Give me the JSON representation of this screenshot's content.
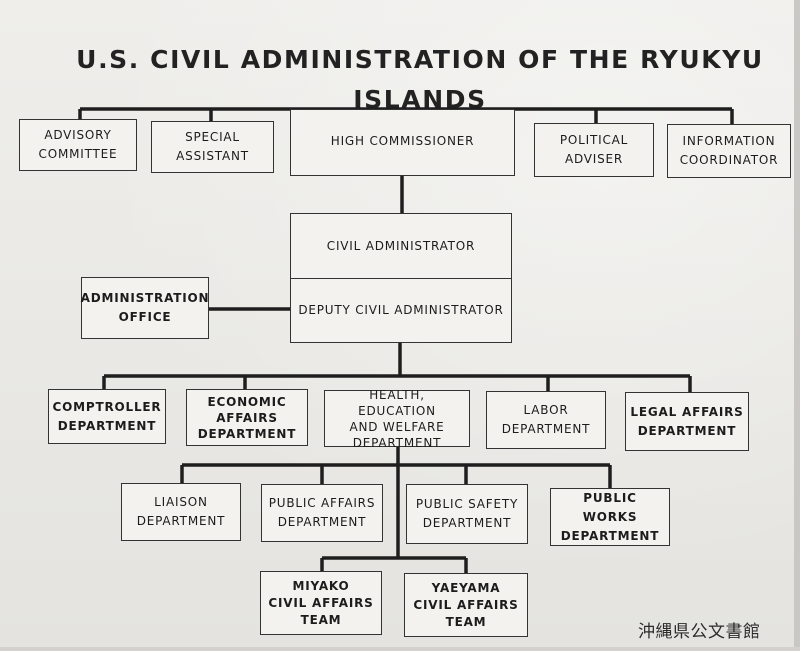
{
  "title": "U.S. CIVIL ADMINISTRATION OF THE RYUKYU ISLANDS",
  "chart": {
    "high_commissioner": "HIGH COMMISSIONER",
    "advisory_committee": "ADVISORY\nCOMMITTEE",
    "special_assistant": "SPECIAL\nASSISTANT",
    "political_adviser": "POLITICAL\nADVISER",
    "information_coordinator": "INFORMATION\nCOORDINATOR",
    "civil_administrator": "CIVIL ADMINISTRATOR",
    "deputy_civil_administrator": "DEPUTY CIVIL ADMINISTRATOR",
    "administration_office": "ADMINISTRATION\nOFFICE",
    "departments_row1": [
      "COMPTROLLER\nDEPARTMENT",
      "ECONOMIC\nAFFAIRS\nDEPARTMENT",
      "HEALTH, EDUCATION\nAND WELFARE\nDEPARTMENT",
      "LABOR\nDEPARTMENT",
      "LEGAL AFFAIRS\nDEPARTMENT"
    ],
    "departments_row2": [
      "LIAISON\nDEPARTMENT",
      "PUBLIC AFFAIRS\nDEPARTMENT",
      "PUBLIC SAFETY\nDEPARTMENT",
      "PUBLIC WORKS\nDEPARTMENT"
    ],
    "teams": [
      "MIYAKO\nCIVIL AFFAIRS\nTEAM",
      "YAEYAMA\nCIVIL AFFAIRS\nTEAM"
    ]
  },
  "archive_stamp": "沖縄県公文書館",
  "colors": {
    "paper": "#ecebe8",
    "ink": "#1c1c1c",
    "box_fill": "#f3f2ef"
  }
}
